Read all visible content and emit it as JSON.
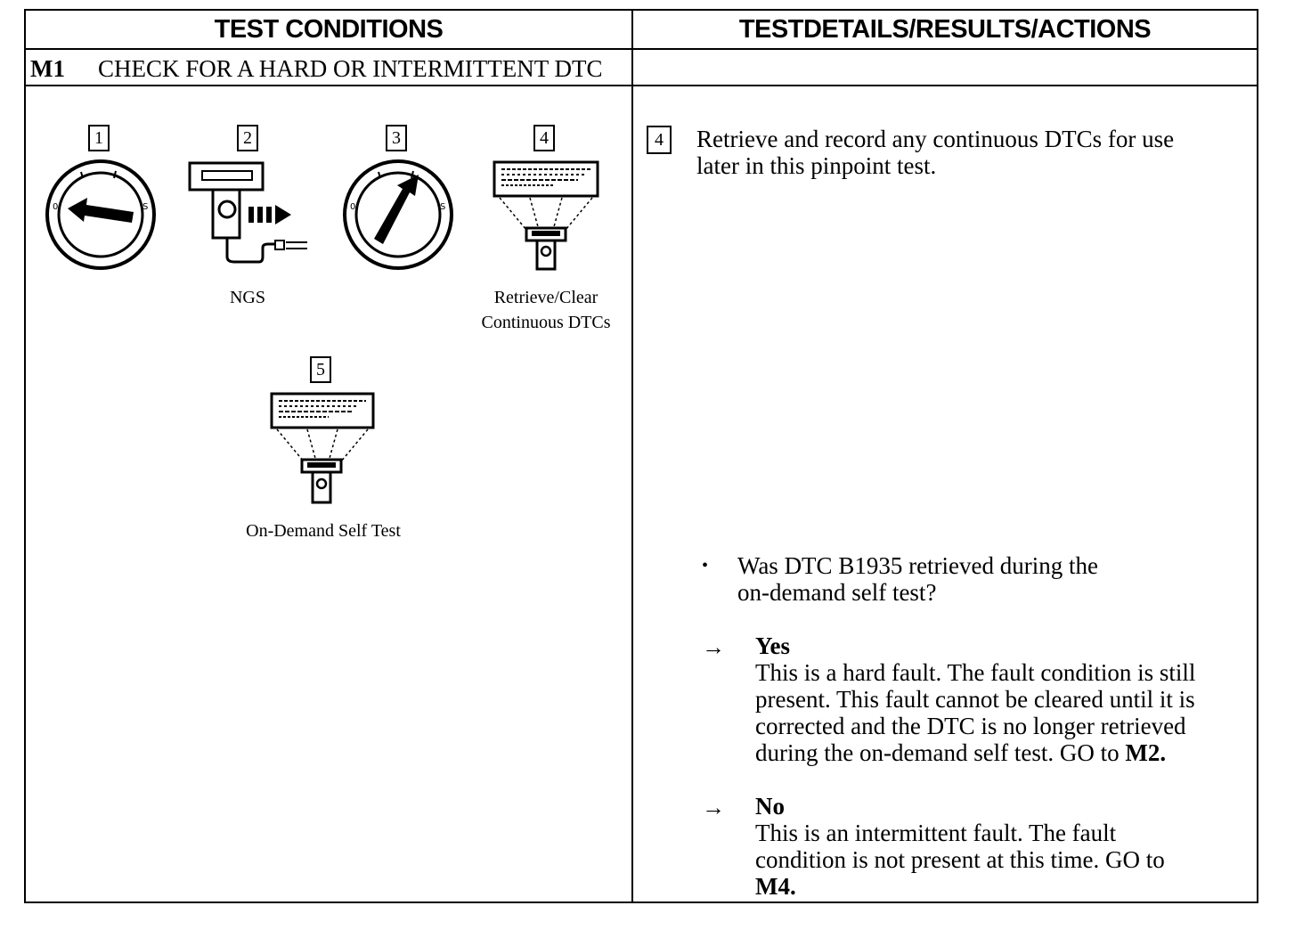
{
  "header": {
    "left_title": "TEST CONDITIONS",
    "right_title": "TESTDETAILS/RESULTS/ACTIONS"
  },
  "step": {
    "id": "M1",
    "title": "CHECK FOR A HARD OR INTERMITTENT DTC"
  },
  "conditions": [
    {
      "number": "1",
      "caption": "",
      "icon": "ignition-off-icon"
    },
    {
      "number": "2",
      "caption": "NGS",
      "icon": "ngs-tester-connect-icon"
    },
    {
      "number": "3",
      "caption": "",
      "icon": "ignition-run-icon"
    },
    {
      "number": "4",
      "caption_line1": "Retrieve/Clear",
      "caption_line2": "Continuous DTCs",
      "icon": "tester-screen-icon"
    },
    {
      "number": "5",
      "caption": "On-Demand Self Test",
      "icon": "tester-screen-icon"
    }
  ],
  "details": {
    "step_number": "4",
    "instruction_line1": "Retrieve and record any continuous DTCs for use",
    "instruction_line2": "later in this pinpoint test.",
    "bullet": "•",
    "question_line1": "Was DTC B1935 retrieved during the",
    "question_line2": "on-demand self test?",
    "arrow": "→",
    "yes": {
      "label": "Yes",
      "line1": "This is a hard fault. The fault condition is still",
      "line2": "present. This fault cannot be cleared until it is",
      "line3": "corrected and the  DTC is no longer retrieved",
      "line4_text": "during the on-demand self test. GO to ",
      "line4_ref": "M2",
      "line4_end": "."
    },
    "no": {
      "label": "No",
      "line1": "This is an intermittent fault. The fault",
      "line2": "condition is not present at this time. GO to",
      "line3_ref": "M4",
      "line3_end": "."
    }
  }
}
